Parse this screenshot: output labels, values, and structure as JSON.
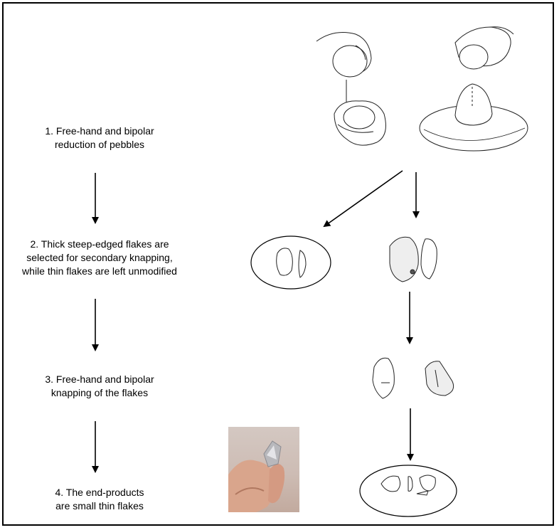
{
  "steps": [
    {
      "line1": "1. Free-hand and bipolar",
      "line2": "reduction of pebbles"
    },
    {
      "line1": "2. Thick steep-edged flakes are",
      "line2": "selected for secondary knapping,",
      "line3": "while thin flakes are left unmodified"
    },
    {
      "line1": "3. Free-hand and bipolar",
      "line2": "knapping of the flakes"
    },
    {
      "line1": "4. The end-products",
      "line2": "are small thin flakes"
    }
  ],
  "colors": {
    "line": "#000000",
    "stone_fill": "#ffffff",
    "skin_photo": "#d9a58c",
    "flake_photo": "#b8b8bc"
  }
}
